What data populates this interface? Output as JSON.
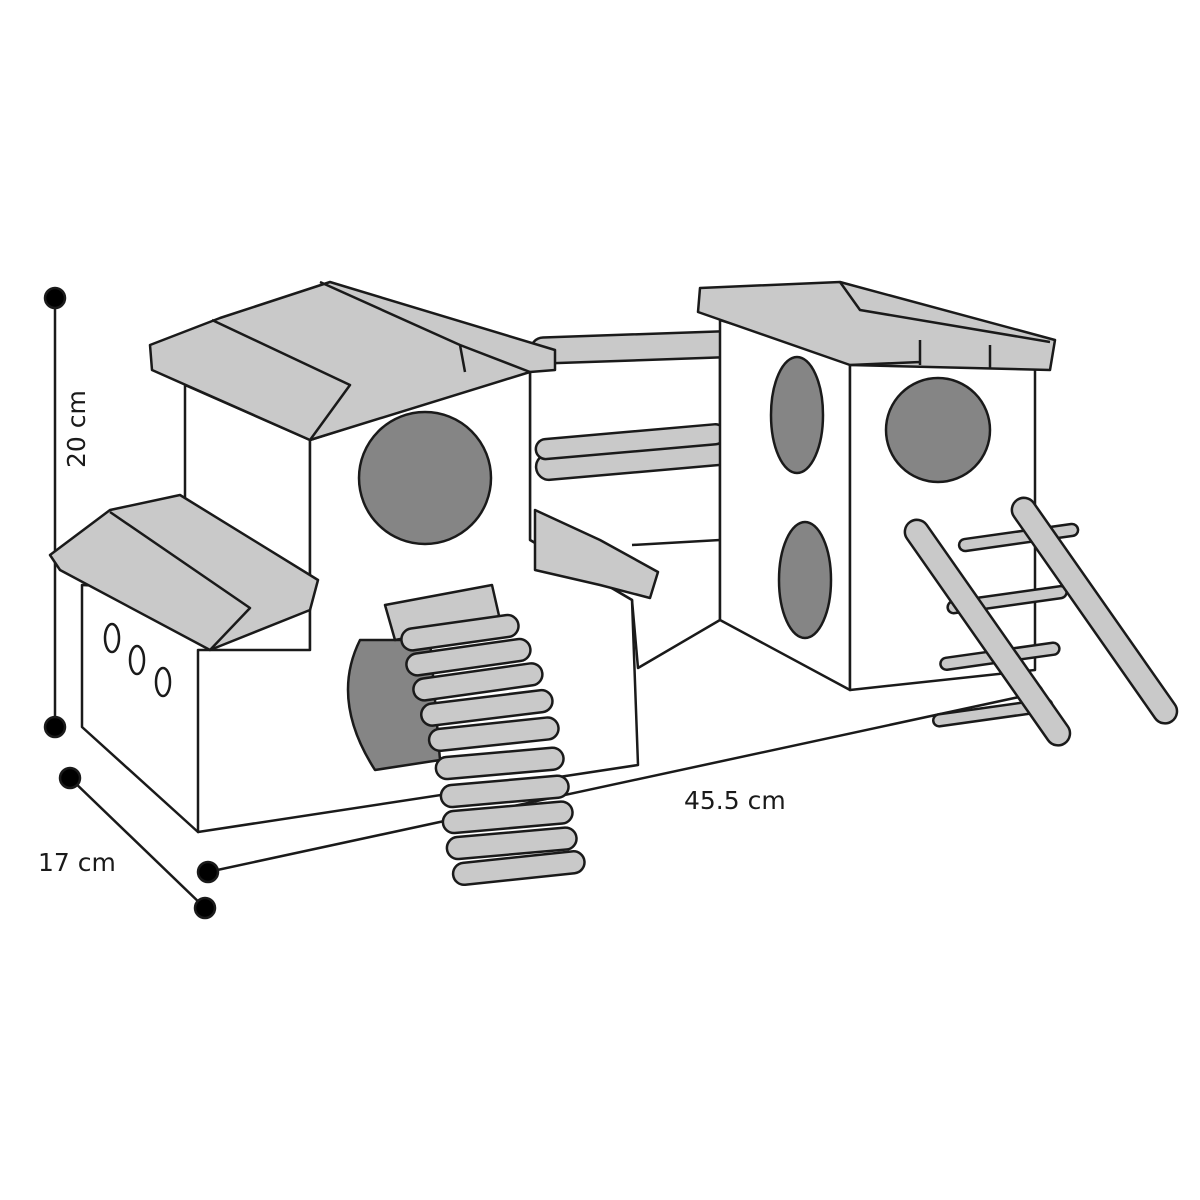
{
  "dimensions": {
    "height": "20 cm",
    "depth": "17 cm",
    "width": "45.5 cm"
  },
  "colors": {
    "line": "#1a1a1a",
    "wood": "#c9c9c9",
    "hole": "#858585",
    "body": "#ffffff"
  }
}
